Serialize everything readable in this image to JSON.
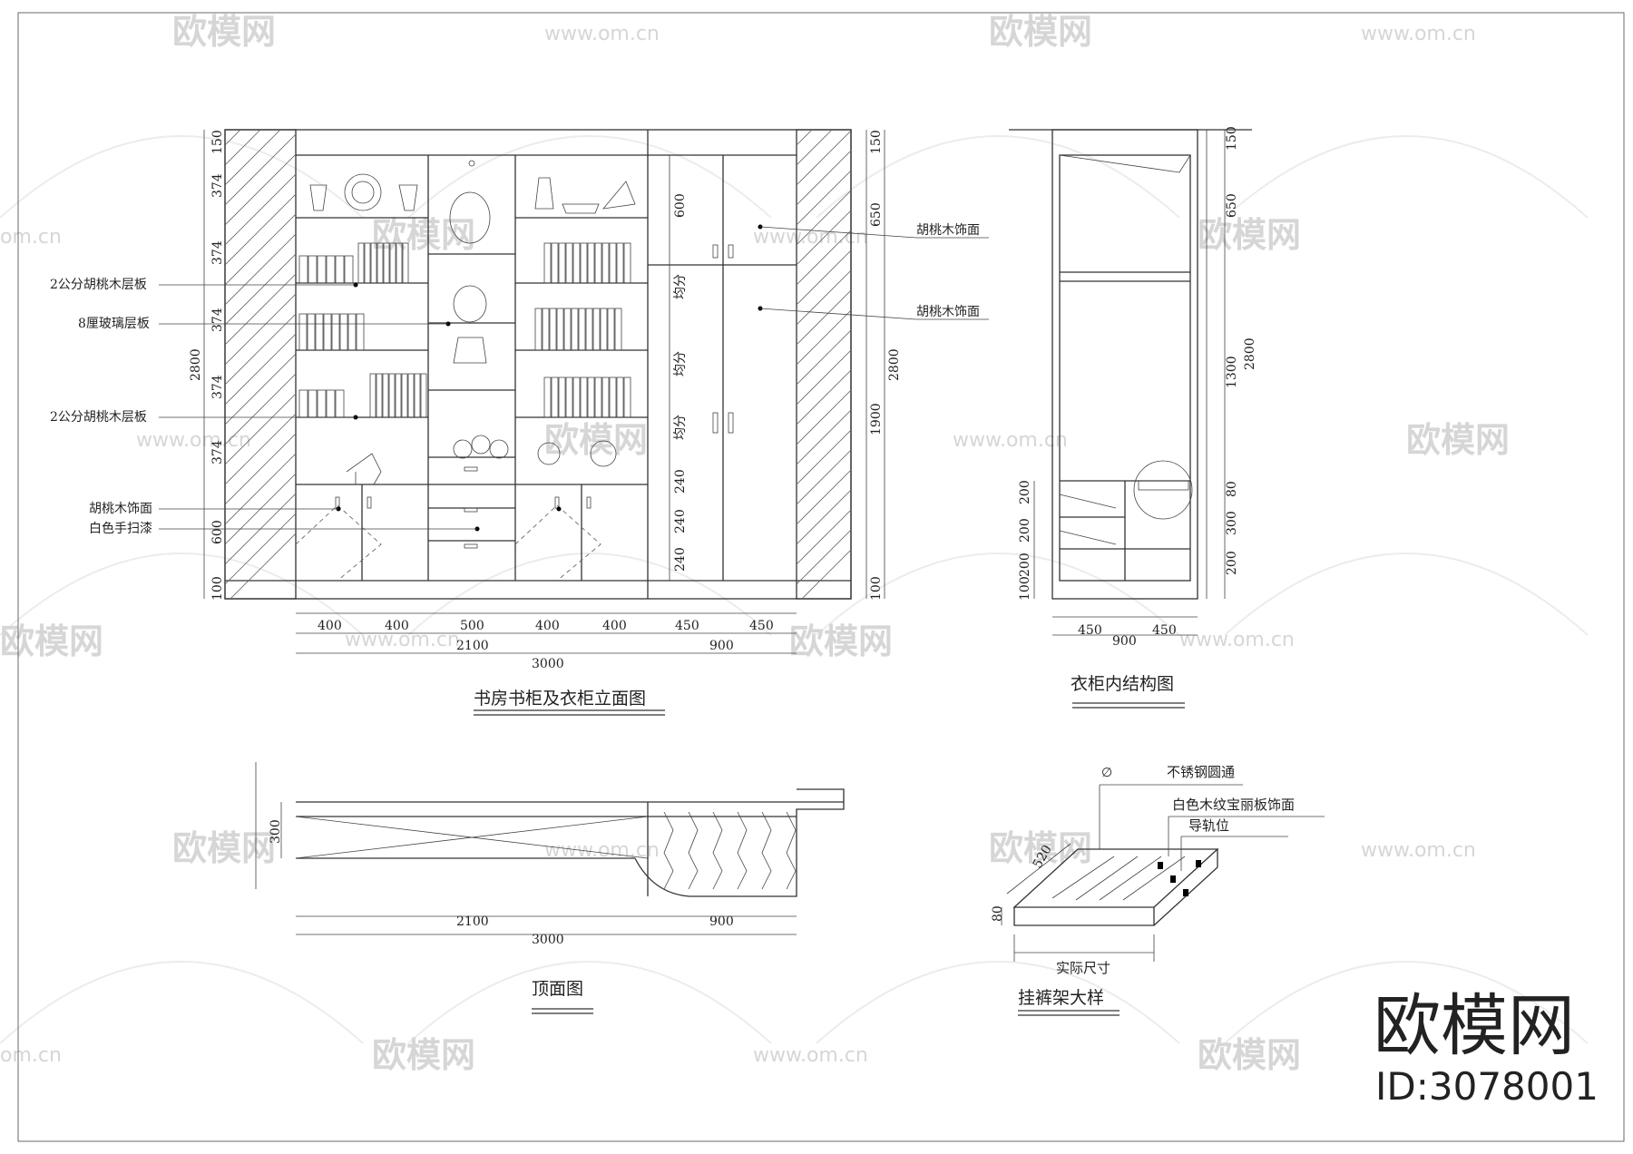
{
  "watermark": {
    "logo_text": "欧模网",
    "url_text": "www.om.cn",
    "url_short": "om.cn"
  },
  "brand": {
    "logo": "欧模网",
    "id_text": "ID:3078001"
  },
  "elevation": {
    "title": "书房书柜及衣柜立面图",
    "left_dims": [
      "150",
      "374",
      "374",
      "374",
      "374",
      "374",
      "600",
      "100"
    ],
    "left_total": "2800",
    "right_dims": [
      "150",
      "650",
      "1900",
      "100"
    ],
    "right_total": "2800",
    "inner_dims": [
      "600",
      "均分",
      "均分",
      "均分",
      "240",
      "240",
      "240"
    ],
    "bottom_dims": [
      "400",
      "400",
      "500",
      "400",
      "400",
      "450",
      "450"
    ],
    "sub_totals": [
      "2100",
      "900"
    ],
    "overall": "3000",
    "labels_left": [
      "2公分胡桃木层板",
      "8厘玻璃层板",
      "2公分胡桃木层板",
      "胡桃木饰面",
      "白色手扫漆"
    ],
    "labels_right": [
      "胡桃木饰面",
      "胡桃木饰面"
    ]
  },
  "wardrobe": {
    "title": "衣柜内结构图",
    "right_dims": [
      "150",
      "650",
      "1300",
      "80",
      "300",
      "200"
    ],
    "right_total": "2800",
    "left_dims": [
      "200",
      "200",
      "200",
      "100"
    ],
    "bottom_dims": [
      "450",
      "450"
    ],
    "total": "900"
  },
  "plan": {
    "title": "顶面图",
    "depth": "300",
    "dims": [
      "2100",
      "900"
    ],
    "overall": "3000"
  },
  "detail": {
    "title": "挂裤架大样",
    "symbol": "∅",
    "labels": [
      "不锈钢圆通",
      "白色木纹宝丽板饰面",
      "导轨位"
    ],
    "dims": [
      "520",
      "80"
    ],
    "note": "实际尺寸"
  }
}
